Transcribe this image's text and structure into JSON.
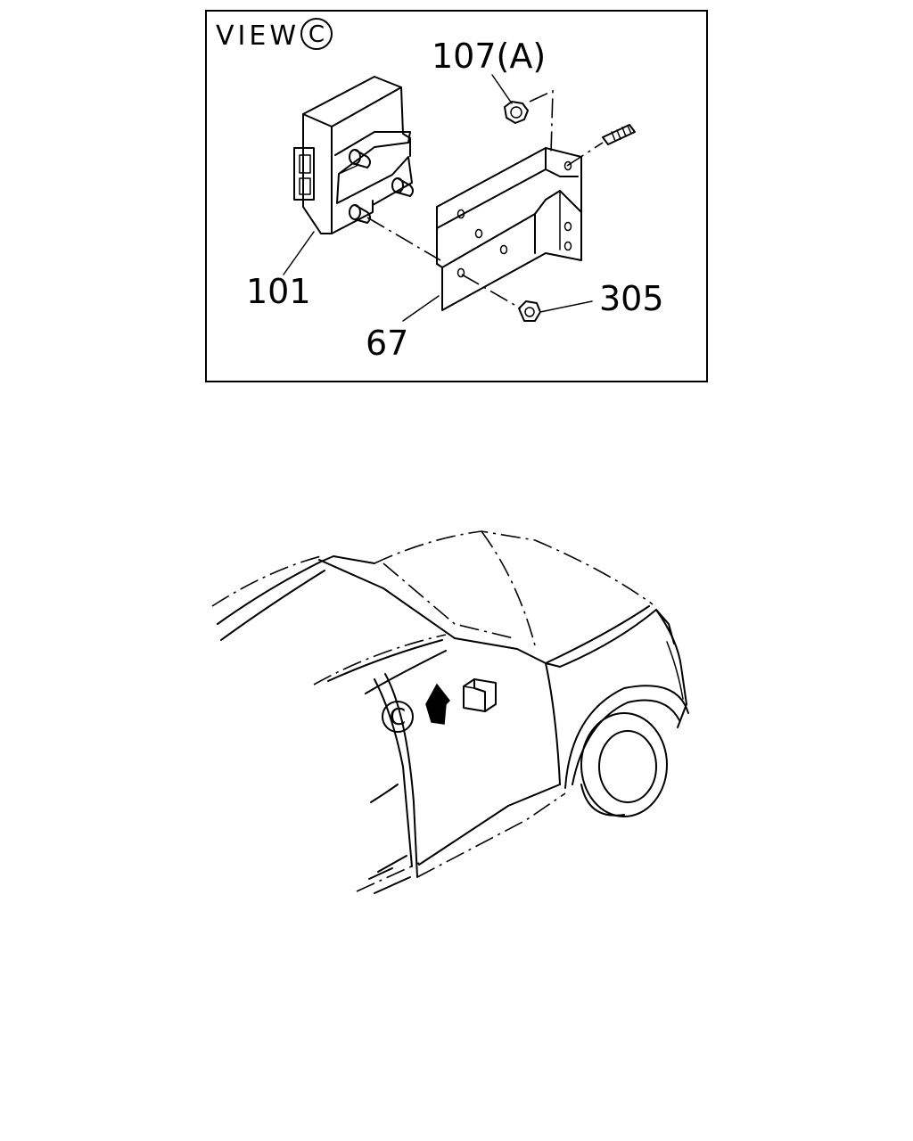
{
  "view": {
    "label": "VIEW",
    "ref": "C"
  },
  "callouts": {
    "nut_a": "107(A)",
    "module": "101",
    "bracket": "67",
    "nut": "305"
  },
  "vehicle_marker": "C"
}
